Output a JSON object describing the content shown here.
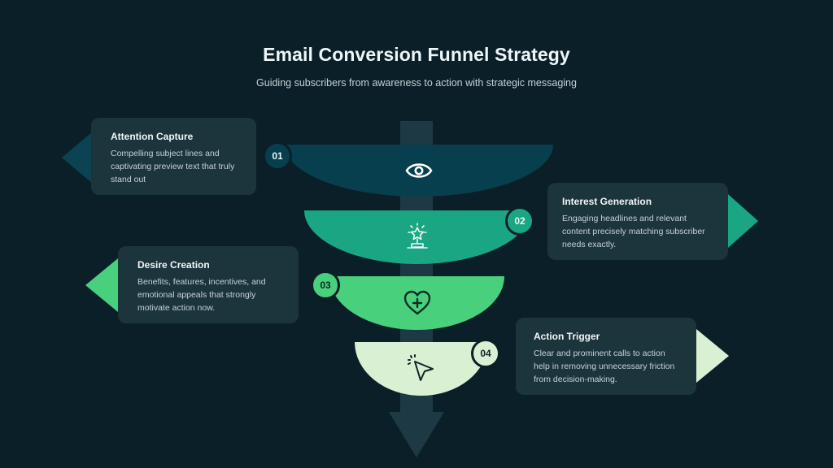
{
  "header": {
    "title": "Email Conversion Funnel Strategy",
    "subtitle": "Guiding subscribers from awareness to action with strategic messaging"
  },
  "colors": {
    "background": "#0b1f28",
    "shaft": "#1d3a44",
    "card": "#1c343c",
    "stage1": "#073f4e",
    "stage2": "#1aa583",
    "stage3": "#48d07d",
    "stage4": "#d9f0d3"
  },
  "stages": [
    {
      "number": "01",
      "title": "Attention Capture",
      "description": "Compelling subject lines and captivating preview text that truly stand out",
      "icon": "eye-icon",
      "side": "left"
    },
    {
      "number": "02",
      "title": "Interest Generation",
      "description": "Engaging headlines and relevant content precisely matching subscriber needs exactly.",
      "icon": "trophy-star-icon",
      "side": "right"
    },
    {
      "number": "03",
      "title": "Desire Creation",
      "description": "Benefits, features, incentives, and emotional appeals that strongly motivate action now.",
      "icon": "heart-plus-icon",
      "side": "left"
    },
    {
      "number": "04",
      "title": "Action Trigger",
      "description": "Clear and prominent calls to action help in removing unnecessary friction from decision-making.",
      "icon": "cursor-click-icon",
      "side": "right"
    }
  ]
}
